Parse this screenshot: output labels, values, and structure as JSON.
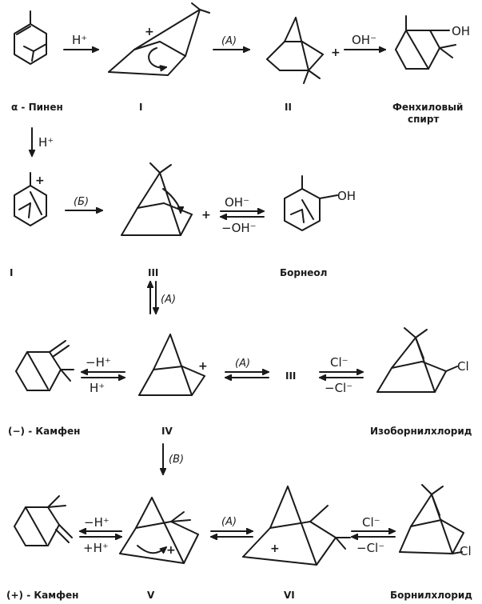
{
  "row1": {
    "alpha_pinene_label": "α - Пинен",
    "ion_i_label": "I",
    "ion_ii_label": "II",
    "fenchyl_label_line1": "Фенхиловый",
    "fenchyl_label_line2": "спирт",
    "arrow1_reagent": "H⁺",
    "arrow2_condition": "(A)",
    "arrow3_reagent": "OH⁻",
    "ion_i_charge": "+",
    "ion_ii_charge": "+",
    "fenchyl_group": "OH"
  },
  "down1": {
    "reagent": "H⁺"
  },
  "row2": {
    "ion_i_label": "I",
    "ion_iii_label": "III",
    "borneol_label": "Борнеол",
    "arrow1_condition": "(Б)",
    "eq_top": "OH⁻",
    "eq_bottom": "−OH⁻",
    "ion_i_charge": "+",
    "ion_iii_charge": "+",
    "borneol_group": "OH"
  },
  "down2": {
    "condition": "(A)"
  },
  "row3": {
    "camphene_minus_label": "(−) - Камфен",
    "ion_iv_label": "IV",
    "isobornyl_label": "Изоборнилхлорид",
    "eq1_top": "−H⁺",
    "eq1_bottom": "H⁺",
    "eq2_top": "(A)",
    "iii_ref": "III",
    "eq3_top": "Cl⁻",
    "eq3_bottom": "−Cl⁻",
    "ion_iv_charge": "+",
    "isobornyl_group": "Cl"
  },
  "down3": {
    "condition": "(B)"
  },
  "row4": {
    "camphene_plus_label": "(+) - Камфен",
    "ion_v_label": "V",
    "ion_vi_label": "VI",
    "bornyl_label": "Борнилхлорид",
    "eq1_top": "−H⁺",
    "eq1_bottom": "+H⁺",
    "eq2_top": "(A)",
    "eq3_top": "Cl⁻",
    "eq3_bottom": "−Cl⁻",
    "ion_v_charge": "+",
    "ion_vi_charge": "+",
    "bornyl_group": "Cl"
  }
}
